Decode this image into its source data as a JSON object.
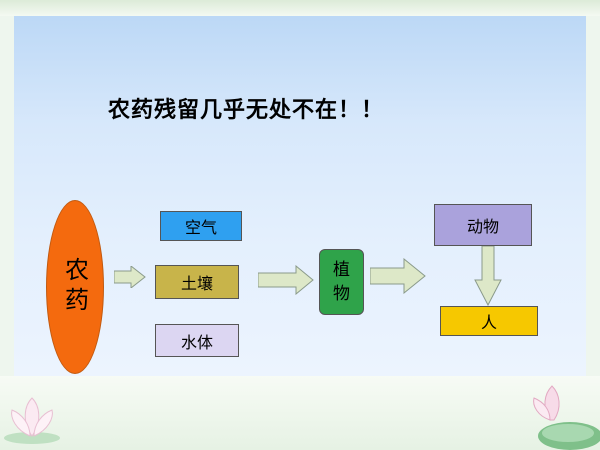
{
  "slide": {
    "title": "农药残留几乎无处不在！！",
    "nodes": {
      "source": "农药",
      "air": "空气",
      "soil": "土壤",
      "water": "水体",
      "plant": "植物",
      "animal": "动物",
      "human": "人"
    }
  },
  "colors": {
    "source_fill": "#f46a0e",
    "air_fill": "#2fa0f0",
    "soil_fill": "#c8b44a",
    "water_fill": "#dcd6f2",
    "plant_fill": "#2fa34a",
    "animal_fill": "#aaa2dc",
    "human_fill": "#f6c800",
    "arrow_fill": "#dde8c8"
  }
}
